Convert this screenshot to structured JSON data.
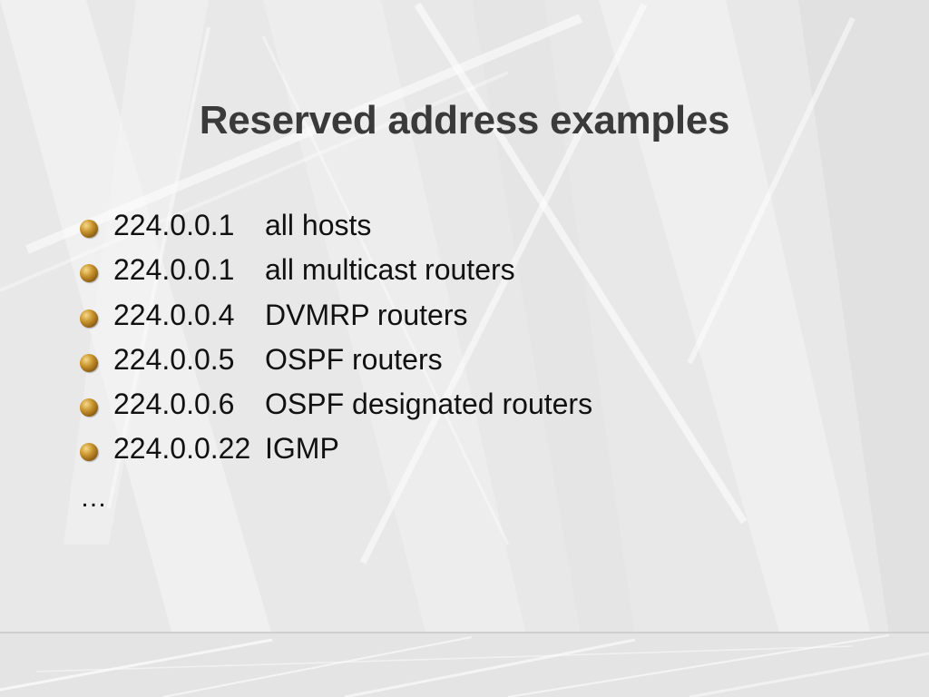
{
  "slide": {
    "title": "Reserved address examples",
    "items": [
      {
        "address": "224.0.0.1",
        "description": "all hosts"
      },
      {
        "address": "224.0.0.1",
        "description": "all multicast routers"
      },
      {
        "address": "224.0.0.4",
        "description": "DVMRP routers"
      },
      {
        "address": "224.0.0.5",
        "description": "OSPF routers"
      },
      {
        "address": "224.0.0.6",
        "description": "OSPF designated routers"
      },
      {
        "address": "224.0.0.22",
        "description": "IGMP"
      }
    ],
    "trailing": "…"
  },
  "theme": {
    "background": "#e9e9e9",
    "title_color": "#3a3a3a",
    "bullet_color": "#b8862a"
  }
}
